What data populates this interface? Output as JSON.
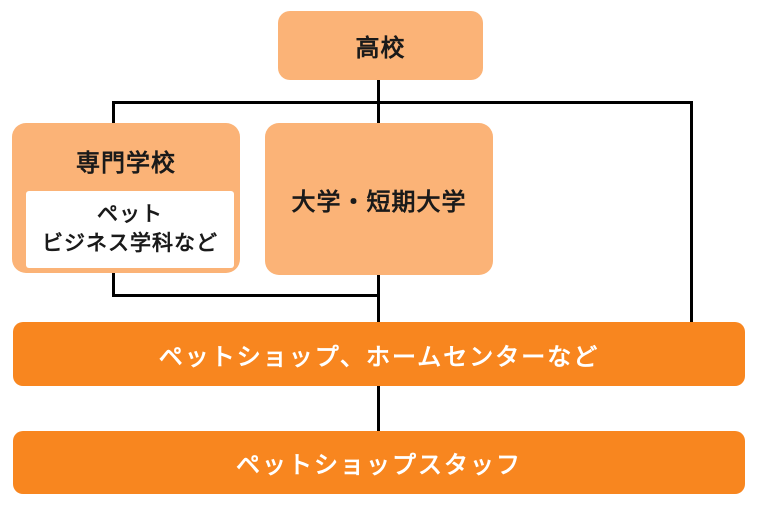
{
  "colors": {
    "light_orange": "#FBB377",
    "orange": "#F8861F",
    "line": "#000000",
    "dark_text": "#1A1A1A",
    "light_text": "#FFFFFF",
    "white_box": "#FFFFFF"
  },
  "nodes": {
    "highschool": "高校",
    "vocational_school": "専門学校",
    "vocational_dept_line1": "ペット",
    "vocational_dept_line2": "ビジネス学科など",
    "university": "大学・短期大学",
    "employers": "ペットショップ、ホームセンターなど",
    "occupation": "ペットショップスタッフ"
  }
}
